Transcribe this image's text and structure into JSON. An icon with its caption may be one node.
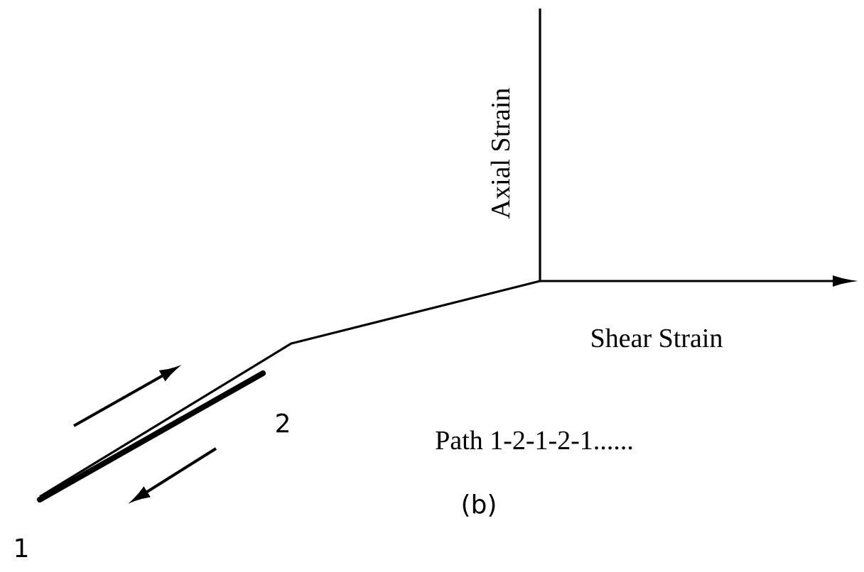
{
  "diagram": {
    "labels": [
      "Axial Strain",
      "Shear Strain",
      "2",
      "Path 1-2-1-2-1......",
      "(b)",
      "1"
    ]
  }
}
